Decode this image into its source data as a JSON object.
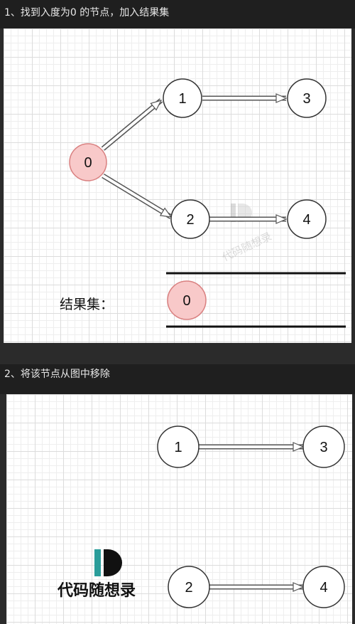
{
  "step1": {
    "title": "1、找到入度为0 的节点，加入结果集",
    "nodes": {
      "n0": "0",
      "n1": "1",
      "n2": "2",
      "n3": "3",
      "n4": "4"
    },
    "result_label": "结果集：",
    "result_items": [
      "0"
    ],
    "watermark": "代码随想录"
  },
  "step2": {
    "title": "2、将该节点从图中移除",
    "nodes": {
      "n1": "1",
      "n2": "2",
      "n3": "3",
      "n4": "4"
    },
    "logo_text": "代码随想录"
  },
  "colors": {
    "highlight_fill": "#f8c9c9",
    "highlight_stroke": "#d98080",
    "logo_teal": "#2a9d9a"
  }
}
